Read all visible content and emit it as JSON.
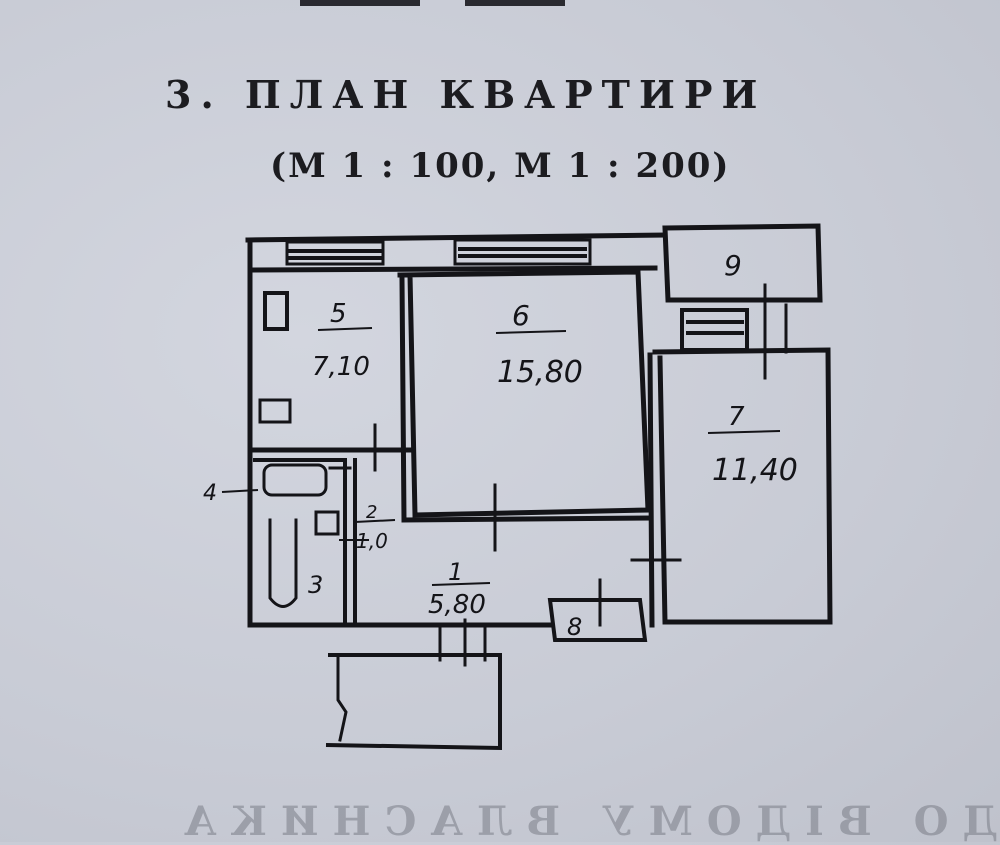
{
  "heading": {
    "number": "3.",
    "title": "ПЛАН КВАРТИРИ",
    "scale": "(М 1 : 100, М 1 : 200)"
  },
  "rooms": [
    {
      "id": "1",
      "area": "5,80"
    },
    {
      "id": "2",
      "area": "1,0"
    },
    {
      "id": "3",
      "area": ""
    },
    {
      "id": "4",
      "area": ""
    },
    {
      "id": "5",
      "area": "7,10"
    },
    {
      "id": "6",
      "area": "15,80"
    },
    {
      "id": "7",
      "area": "11,40"
    },
    {
      "id": "8",
      "area": ""
    },
    {
      "id": "9",
      "area": ""
    }
  ],
  "bleed_through_text": "ДО ВІДОМУ ВЛАСНИКА"
}
